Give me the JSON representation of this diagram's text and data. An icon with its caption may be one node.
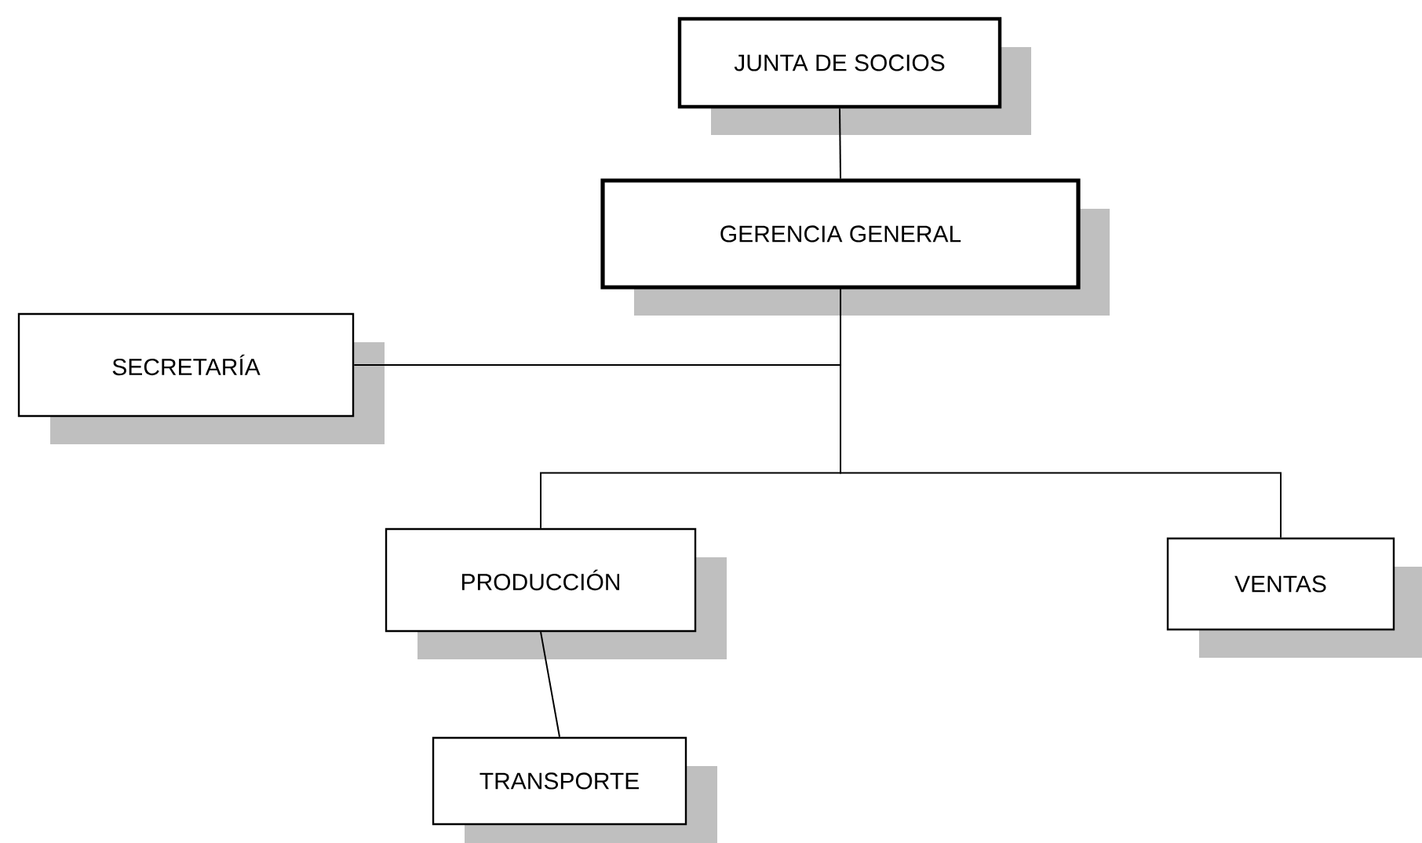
{
  "diagram": {
    "nodes": [
      {
        "text": [
          "JUNTA DE SOCIOS"
        ]
      },
      {
        "text": [
          "GERENCIA GENERAL"
        ]
      },
      {
        "text": [
          "SECRETARÍA"
        ]
      },
      {
        "text": [
          "PRODUCCIÓN"
        ]
      },
      {
        "text": [
          "VENTAS"
        ]
      },
      {
        "text": [
          "TRANSPORTE"
        ]
      }
    ],
    "edges": [
      {
        "from": 0,
        "to": 1,
        "arrow": "none"
      },
      {
        "from": 1,
        "to": 2,
        "arrow": "none"
      },
      {
        "from": 1,
        "to": 3,
        "arrow": "none"
      },
      {
        "from": 1,
        "to": 4,
        "arrow": "none"
      },
      {
        "from": 3,
        "to": 5,
        "arrow": "none"
      }
    ]
  }
}
